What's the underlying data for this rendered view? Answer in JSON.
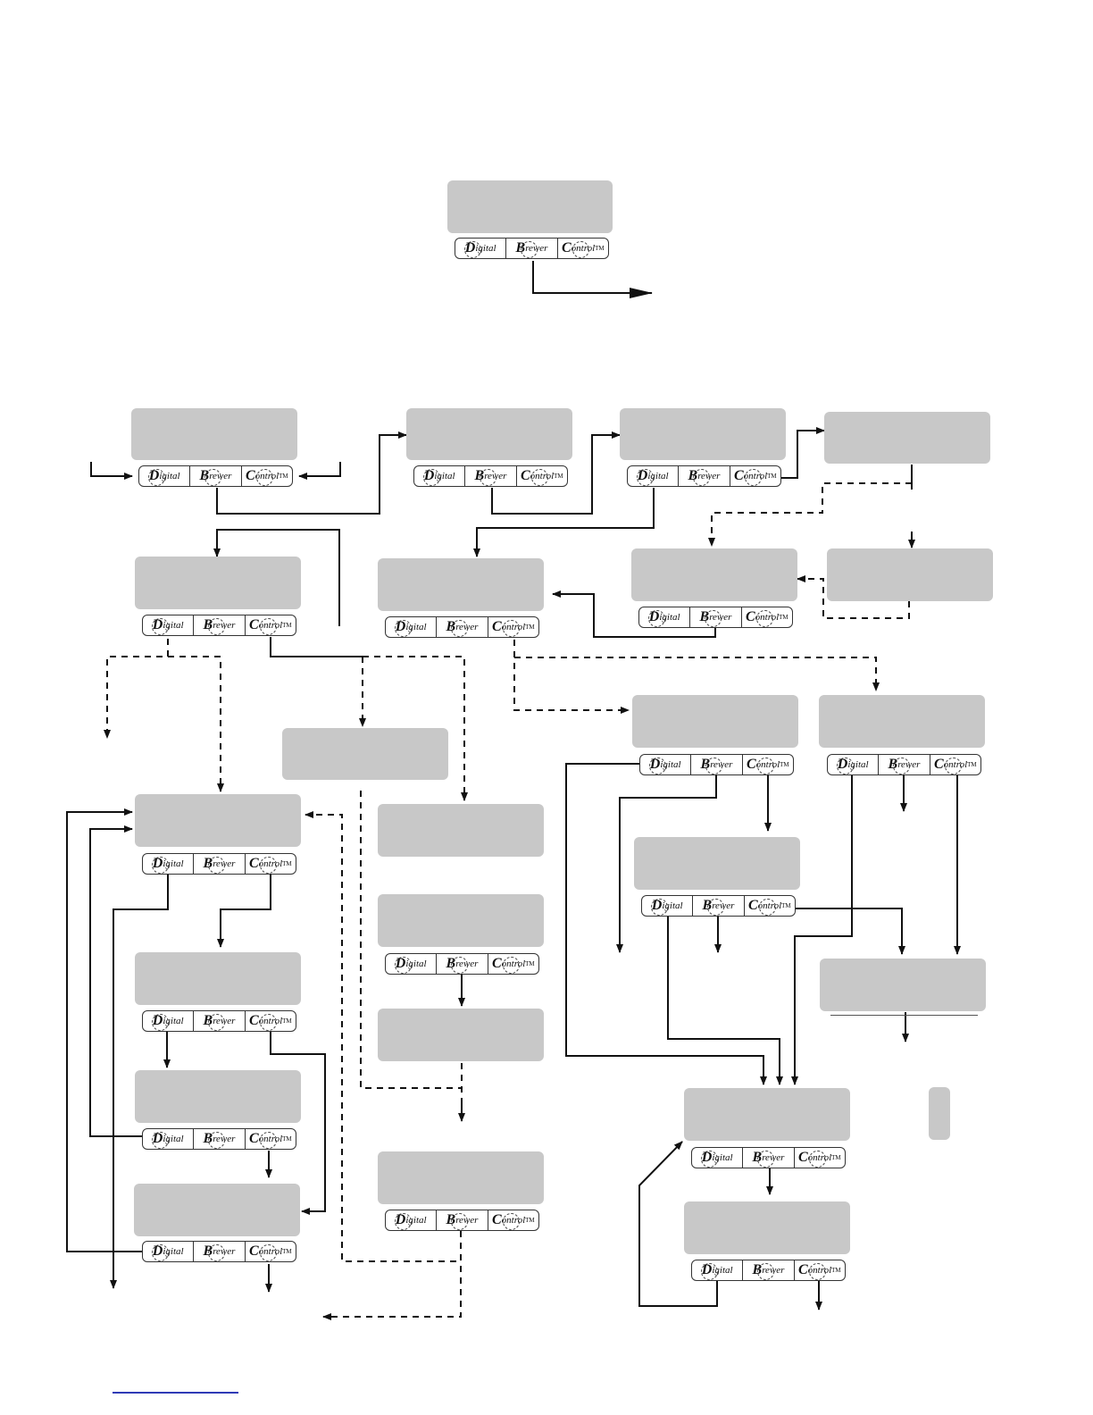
{
  "diagram": {
    "button_labels": {
      "digital_initial": "D",
      "digital_rest": "igital",
      "brewer_initial": "B",
      "brewer_rest": "rewer",
      "control_initial": "C",
      "control_rest": "ontrol",
      "trademark": "TM"
    },
    "colors": {
      "screen_fill": "#c8c8c8",
      "line": "#111111",
      "link_underline": "#2f3bb6"
    },
    "screens": [
      {
        "id": "s0",
        "label": "",
        "has_buttons": true
      },
      {
        "id": "s1",
        "label": "",
        "has_buttons": true
      },
      {
        "id": "s2",
        "label": "",
        "has_buttons": true
      },
      {
        "id": "s3",
        "label": "",
        "has_buttons": true
      },
      {
        "id": "s4",
        "label": "",
        "has_buttons": false
      },
      {
        "id": "s5",
        "label": "",
        "has_buttons": true
      },
      {
        "id": "s6",
        "label": "",
        "has_buttons": true
      },
      {
        "id": "s7",
        "label": "",
        "has_buttons": true
      },
      {
        "id": "s8",
        "label": "",
        "has_buttons": false
      },
      {
        "id": "s9",
        "label": "",
        "has_buttons": false
      },
      {
        "id": "s10",
        "label": "",
        "has_buttons": true
      },
      {
        "id": "s11",
        "label": "",
        "has_buttons": true
      },
      {
        "id": "s12",
        "label": "",
        "has_buttons": true
      },
      {
        "id": "s13",
        "label": "",
        "has_buttons": false
      },
      {
        "id": "s14",
        "label": "",
        "has_buttons": true
      },
      {
        "id": "s15",
        "label": "",
        "has_buttons": false
      },
      {
        "id": "s16",
        "label": "",
        "has_buttons": true
      },
      {
        "id": "s17",
        "label": "",
        "has_buttons": true
      },
      {
        "id": "s18",
        "label": "",
        "has_buttons": true
      },
      {
        "id": "s19",
        "label": "",
        "has_buttons": true
      },
      {
        "id": "s20",
        "label": "",
        "has_buttons": true
      },
      {
        "id": "s21",
        "label": "",
        "has_buttons": true
      },
      {
        "id": "s22",
        "label": "",
        "has_buttons": false
      },
      {
        "id": "s23",
        "label": "",
        "has_buttons": true
      },
      {
        "id": "s24",
        "label": "",
        "has_buttons": true
      },
      {
        "id": "s25",
        "label": "",
        "has_buttons": false
      }
    ]
  }
}
